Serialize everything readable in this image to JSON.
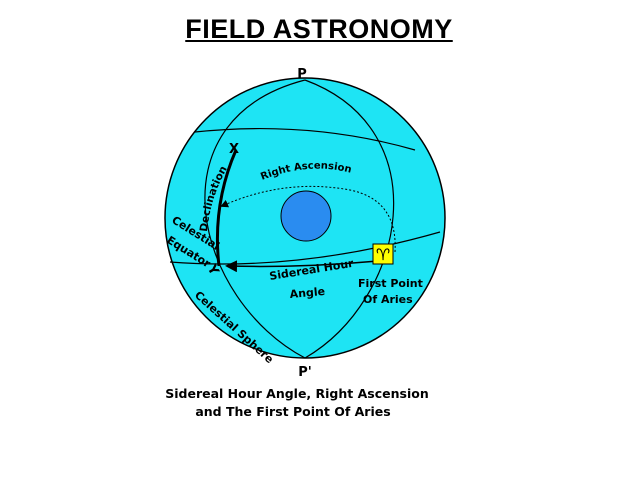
{
  "title": "FIELD ASTRONOMY",
  "labels": {
    "pole_north": "P",
    "pole_south": "P'",
    "star_symbol": "X",
    "declination": "Declination",
    "right_ascension": "Right Ascension",
    "celestial_equator_line1": "Celestial",
    "celestial_equator_line2": "Equator",
    "gamma_symbol": "Y",
    "sidereal_hour_line1": "Sidereal Hour",
    "sidereal_hour_line2": "Angle",
    "aries_symbol": "♈",
    "first_point_line1": "First Point",
    "first_point_line2": "Of Aries",
    "celestial_sphere": "Celestial Sphere"
  },
  "caption": {
    "line1": "Sidereal Hour Angle, Right Ascension",
    "line2": "and The First Point Of Aries"
  },
  "colors": {
    "sphere": "#1ee4f4",
    "earth": "#2a8cf0",
    "aries_box": "#ffff00",
    "lines": "#000000"
  }
}
